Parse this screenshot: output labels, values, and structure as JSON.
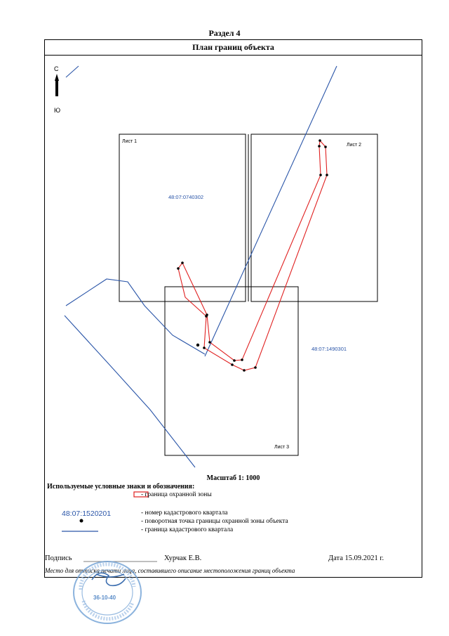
{
  "section": {
    "title": "Раздел 4"
  },
  "plan": {
    "title": "План границ объекта",
    "compass": {
      "north": "С",
      "south": "Ю"
    },
    "sheets": [
      {
        "label": "Лист 1"
      },
      {
        "label": "Лист 2"
      },
      {
        "label": "Лист 3"
      }
    ],
    "quarters": [
      {
        "code": "48:07:0740302"
      },
      {
        "code": "48:07:1490301"
      }
    ],
    "scale": "Масштаб 1: 1000"
  },
  "legend": {
    "title": "Используемые условные знаки и обозначения:",
    "items": [
      {
        "symbol": "red-rectangle",
        "text": "- граница охранной зоны"
      },
      {
        "symbol": "quarter-code",
        "code": "48:07:1520201",
        "text": "- номер кадастрового квартала"
      },
      {
        "symbol": "black-dot",
        "text": "- поворотная точка границы охранной зоны объекта"
      },
      {
        "symbol": "blue-line",
        "text": "- граница кадастрового квартала"
      }
    ]
  },
  "signature": {
    "label": "Подпись",
    "name": "Хурчак Е.В.",
    "date": "Дата 15.09.2021 г.",
    "note": "Место для оттиска печати лица, составившего описание местоположения границ объекта",
    "stamp_number": "36-10-40"
  },
  "colors": {
    "zone_boundary": "#e02020",
    "quarter_boundary": "#2a55a8",
    "quarter_code": "#2a55a8",
    "stamp": "#6fa0d4"
  }
}
